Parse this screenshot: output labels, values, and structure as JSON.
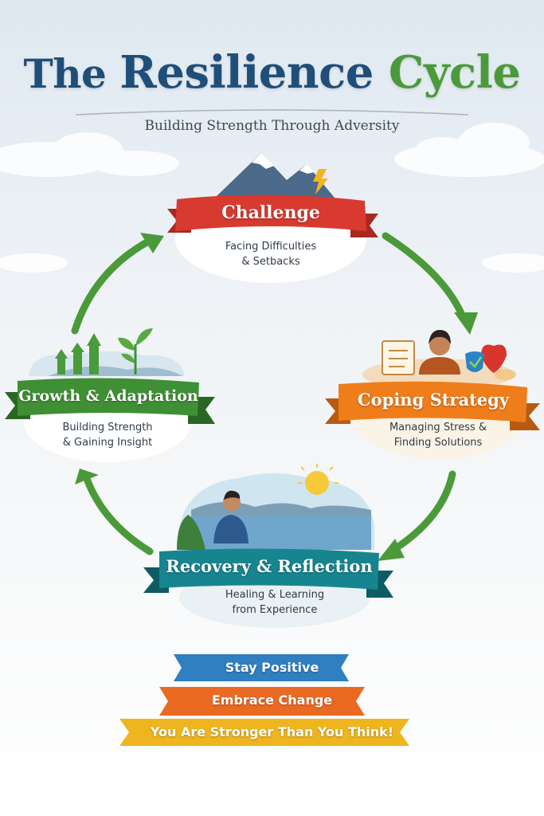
{
  "title": {
    "part1": "The ",
    "part2": "Resilience ",
    "part3": "Cycle"
  },
  "subtitle": "Building Strength Through Adversity",
  "stages": [
    {
      "name": "Challenge",
      "line1": "Facing Difficulties",
      "line2": "& Setbacks",
      "color": "#d83a2f"
    },
    {
      "name": "Coping Strategy",
      "line1": "Managing Stress &",
      "line2": "Finding Solutions",
      "color": "#ef7d1a"
    },
    {
      "name": "Recovery & Reflection",
      "line1": "Healing & Learning",
      "line2": "from Experience",
      "color": "#17858f"
    },
    {
      "name": "Growth & Adaptation",
      "line1": "Building Strength",
      "line2": "& Gaining Insight",
      "color": "#3f8f35"
    }
  ],
  "mottos": [
    {
      "text": "Stay Positive",
      "color": "#2f7fc1"
    },
    {
      "text": "Embrace Change",
      "color": "#ea6a24"
    },
    {
      "text": "You Are Stronger Than You Think!",
      "color": "#efb51f"
    }
  ],
  "arrow_color": "#4b9a3a"
}
